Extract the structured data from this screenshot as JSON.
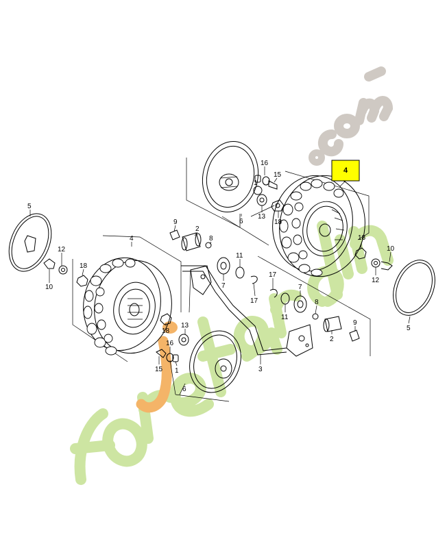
{
  "watermark": {
    "text": "foretjardin.com",
    "colors": {
      "primary": "#cde5a2",
      "accent": "#f4b468",
      "secondary": "#cfc9c3"
    }
  },
  "highlight": {
    "label": "4",
    "color": "#ffff00"
  },
  "callouts": {
    "c5_left": "5",
    "c4_left": "4",
    "c9_left": "9",
    "c2_left": "2",
    "c8_left": "8",
    "c12_left": "12",
    "c10_left": "10",
    "c18_left": "18",
    "c7_mid": "7",
    "c11_mid": "11",
    "c17_mid": "17",
    "c16_top": "16",
    "c15_top": "15",
    "c1_top": "1",
    "c13_top": "13",
    "c18_top": "18",
    "c6_top": "6",
    "c18_right": "18",
    "c10_right": "10",
    "c12_right": "12",
    "c5_right": "5",
    "c17_right": "17",
    "c7_right": "7",
    "c11_right": "11",
    "c8_right": "8",
    "c2_right": "2",
    "c9_right": "9",
    "c18_bottom": "18",
    "c13_bottom": "13",
    "c16_bottom": "16",
    "c15_bottom": "15",
    "c1_bottom": "1",
    "c6_bottom": "6",
    "c3_axle": "3"
  }
}
